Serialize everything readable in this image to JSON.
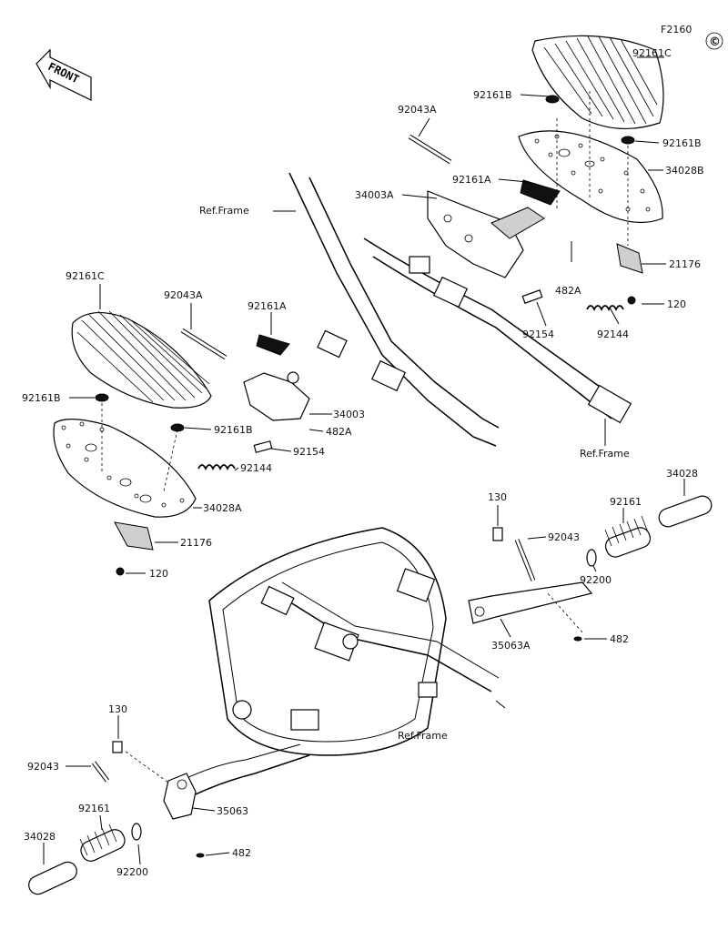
{
  "figure_code": "F2160",
  "copyright_symbol": "©",
  "front_arrow_label": "FRONT",
  "labels": {
    "rfp_pad": "92161C",
    "rfp_grommet_a": "92161B",
    "rfp_grommet_b": "92161B",
    "rfp_pin": "92043A",
    "rfp_plate": "34028B",
    "rfp_bracket_pad": "92161A",
    "rfp_bracket": "34003A",
    "rfp_cover": "21176",
    "rfp_clip": "482A",
    "rfp_bolt_120": "120",
    "rfp_bolt": "92154",
    "rfp_spring": "92144",
    "rfp_ref_frame": "Ref.Frame",
    "upper_ref_frame": "Ref.Frame",
    "lfp_pad": "92161C",
    "lfp_pin": "92043A",
    "lfp_bracket_pad": "92161A",
    "lfp_grommet_a": "92161B",
    "lfp_grommet_b": "92161B",
    "lfp_bracket": "34003",
    "lfp_clip": "482A",
    "lfp_bolt": "92154",
    "lfp_spring": "92144",
    "lfp_plate": "34028A",
    "lfp_cover": "21176",
    "lfp_bolt_120": "120",
    "rp_bolt": "130",
    "rp_pin": "92043",
    "rp_rubber": "92161",
    "rp_peg": "34028",
    "rp_washer": "92200",
    "rp_bracket": "35063A",
    "rp_clip": "482",
    "frame_ref": "Ref.Frame",
    "lp_bolt": "130",
    "lp_pin": "92043",
    "lp_rubber": "92161",
    "lp_bracket": "35063",
    "lp_peg": "34028",
    "lp_washer": "92200",
    "lp_clip": "482"
  }
}
